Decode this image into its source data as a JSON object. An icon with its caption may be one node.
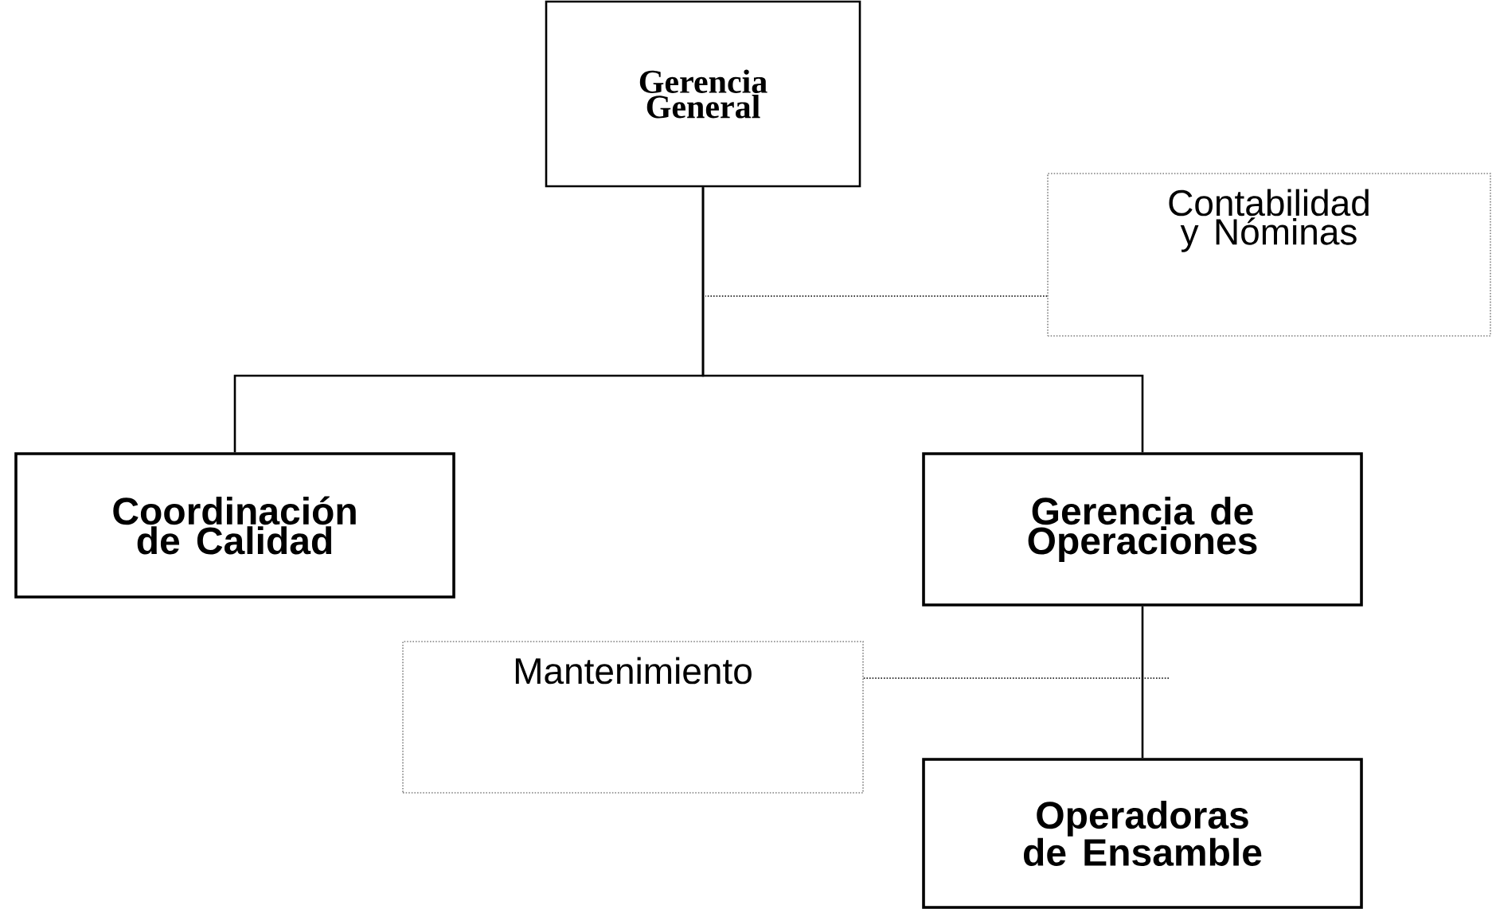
{
  "diagram": {
    "nodes": [
      {
        "text": [
          "Gerencia General"
        ]
      },
      {
        "text": [
          "Contabilidad y Nóminas"
        ]
      },
      {
        "text": [
          "Coordinación de Calidad"
        ]
      },
      {
        "text": [
          "Gerencia de Operaciones"
        ]
      },
      {
        "text": [
          "Mantenimiento"
        ]
      },
      {
        "text": [
          "Operadoras de Ensamble"
        ]
      }
    ],
    "edges": [
      {
        "from": 0,
        "to": 2,
        "arrow": "none"
      },
      {
        "from": 0,
        "to": 3,
        "arrow": "none"
      },
      {
        "from": 1,
        "to": null,
        "arrow": "none",
        "style": "dashed"
      },
      {
        "from": 3,
        "to": 5,
        "arrow": "none"
      },
      {
        "from": 4,
        "to": null,
        "arrow": "none",
        "style": "dashed"
      }
    ]
  }
}
